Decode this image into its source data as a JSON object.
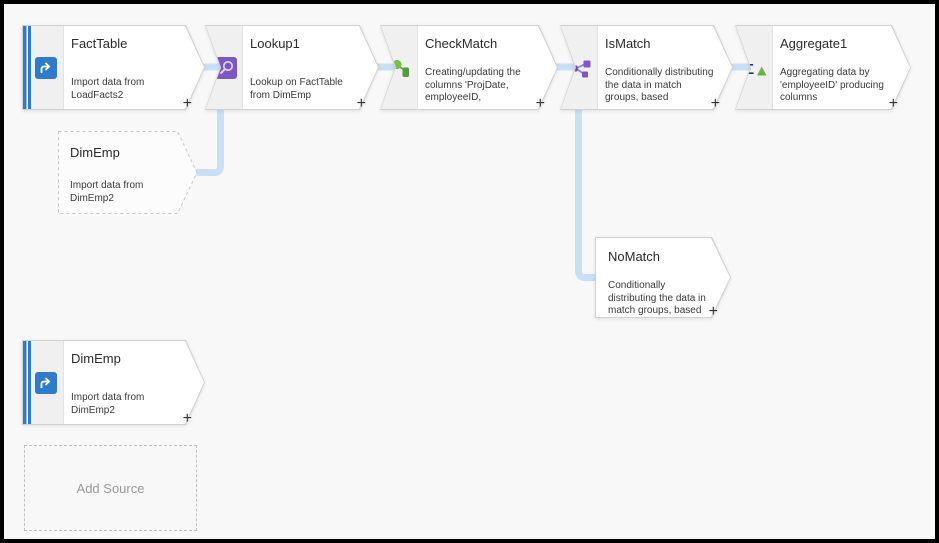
{
  "ui": {
    "plus": "+"
  },
  "canvas": {
    "background": "#f8f8f8",
    "frame_color": "#000000"
  },
  "colors": {
    "connector": "#c7e0f5",
    "node_border": "#d2d2d2",
    "icon_strip": "#f0f0f0",
    "selection_blue": "#2b7bd0",
    "source_icon_blue": "#2e7bcb",
    "lookup_purple": "#7a57c5",
    "derived_column_green": "#4f9e3f",
    "conditional_split_purple": "#7e57c2",
    "aggregate_navy": "#1b3e63",
    "aggregate_green": "#69b24d"
  },
  "icons": {
    "aggregate_glyph": "Σ"
  },
  "nodes": [
    {
      "id": "facttable",
      "title": "FactTable",
      "description": "Import data from LoadFacts2",
      "icon": "source-icon"
    },
    {
      "id": "lookup1",
      "title": "Lookup1",
      "description": "Lookup on FactTable from DimEmp",
      "icon": "lookup-icon"
    },
    {
      "id": "checkmatch",
      "title": "CheckMatch",
      "description": "Creating/updating the columns 'ProjDate, employeeID,",
      "icon": "derived-column-icon"
    },
    {
      "id": "ismatch",
      "title": "IsMatch",
      "description": "Conditionally distributing the data in match groups, based",
      "icon": "conditional-split-icon"
    },
    {
      "id": "aggregate1",
      "title": "Aggregate1",
      "description": "Aggregating data by 'employeeID' producing columns",
      "icon": "aggregate-icon"
    },
    {
      "id": "dimemp-reference",
      "title": "DimEmp",
      "description": "Import data from DimEmp2",
      "icon": null
    },
    {
      "id": "nomatch",
      "title": "NoMatch",
      "description": "Conditionally distributing the data in match groups, based",
      "icon": null
    },
    {
      "id": "dimemp-source",
      "title": "DimEmp",
      "description": "Import data from DimEmp2",
      "icon": "source-icon"
    }
  ],
  "add_source": {
    "label": "Add Source"
  }
}
